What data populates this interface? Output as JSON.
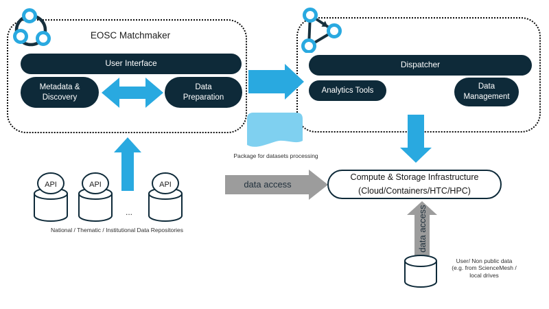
{
  "colors": {
    "accent_blue": "#29a9e0",
    "dark_navy": "#0e2a39",
    "light_blue": "#7fd0f0",
    "gray_arrow": "#9c9c9c"
  },
  "matchmaker": {
    "title": "EOSC Matchmaker",
    "user_interface": "User Interface",
    "metadata_discovery": "Metadata &\nDiscovery",
    "data_preparation": "Data\nPreparation"
  },
  "dispatcher": {
    "title": "Dispatcher",
    "analytics_tools": "Analytics Tools",
    "data_management": "Data\nManagement"
  },
  "package_flow": {
    "label": "Package for datasets processing"
  },
  "data_access_horizontal": {
    "label": "data access"
  },
  "data_access_vertical": {
    "label": "data access"
  },
  "compute": {
    "label": "Compute & Storage Infrastructure\n(Cloud/Containers/HTC/HPC)"
  },
  "repositories": {
    "api_label": "API",
    "ellipsis": "...",
    "caption": "National / Thematic / Institutional Data Repositories"
  },
  "user_data": {
    "caption": "User/ Non public data\n(e.g. from ScienceMesh /\nlocal drives"
  }
}
